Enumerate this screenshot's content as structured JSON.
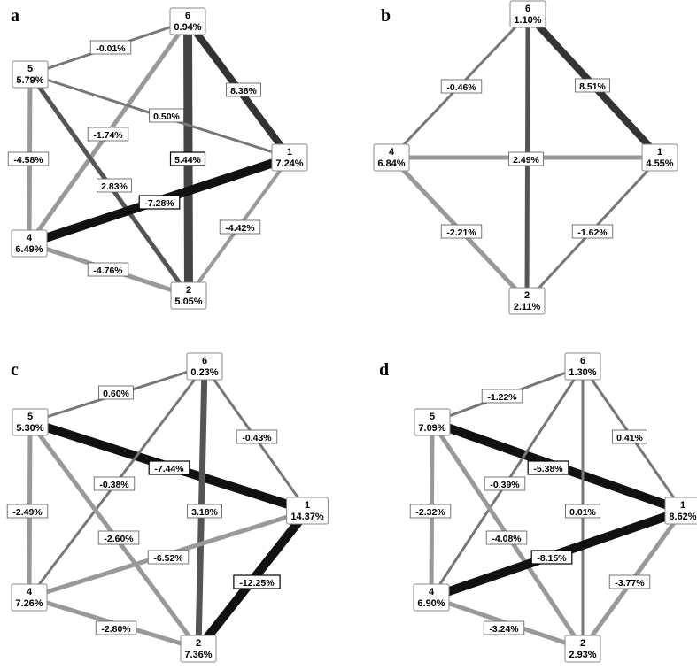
{
  "panels": [
    {
      "letter": "a",
      "nodes": [
        {
          "id": "6",
          "value": "0.94%"
        },
        {
          "id": "5",
          "value": "5.79%"
        },
        {
          "id": "1",
          "value": "7.24%"
        },
        {
          "id": "4",
          "value": "6.49%"
        },
        {
          "id": "2",
          "value": "5.05%"
        }
      ],
      "edges": [
        {
          "from": "5",
          "to": "6",
          "label": "-0.01%",
          "shade": "#777777",
          "weight": 3
        },
        {
          "from": "6",
          "to": "1",
          "label": "8.38%",
          "shade": "#333333",
          "weight": 8
        },
        {
          "from": "6",
          "to": "2",
          "label": "5.44%",
          "shade": "#444444",
          "weight": 10
        },
        {
          "from": "6",
          "to": "4",
          "label": "-1.74%",
          "shade": "#999999",
          "weight": 5
        },
        {
          "from": "5",
          "to": "1",
          "label": "0.50%",
          "shade": "#777777",
          "weight": 3
        },
        {
          "from": "5",
          "to": "4",
          "label": "-4.58%",
          "shade": "#999999",
          "weight": 5
        },
        {
          "from": "5",
          "to": "2",
          "label": "2.83%",
          "shade": "#555555",
          "weight": 5
        },
        {
          "from": "4",
          "to": "1",
          "label": "-7.28%",
          "shade": "#111111",
          "weight": 10
        },
        {
          "from": "1",
          "to": "2",
          "label": "-4.42%",
          "shade": "#999999",
          "weight": 4
        },
        {
          "from": "4",
          "to": "2",
          "label": "-4.76%",
          "shade": "#999999",
          "weight": 5
        }
      ]
    },
    {
      "letter": "b",
      "nodes": [
        {
          "id": "6",
          "value": "1.10%"
        },
        {
          "id": "4",
          "value": "6.84%"
        },
        {
          "id": "1",
          "value": "4.55%"
        },
        {
          "id": "2",
          "value": "2.11%"
        }
      ],
      "edges": [
        {
          "from": "6",
          "to": "4",
          "label": "-0.46%",
          "shade": "#777777",
          "weight": 3
        },
        {
          "from": "6",
          "to": "1",
          "label": "8.51%",
          "shade": "#333333",
          "weight": 8
        },
        {
          "from": "6",
          "to": "2",
          "label": "",
          "shade": "#555555",
          "weight": 5
        },
        {
          "from": "4",
          "to": "1",
          "label": "2.49%",
          "shade": "#999999",
          "weight": 5
        },
        {
          "from": "4",
          "to": "2",
          "label": "-2.21%",
          "shade": "#999999",
          "weight": 5
        },
        {
          "from": "1",
          "to": "2",
          "label": "-1.62%",
          "shade": "#777777",
          "weight": 3
        }
      ]
    },
    {
      "letter": "c",
      "nodes": [
        {
          "id": "6",
          "value": "0.23%"
        },
        {
          "id": "5",
          "value": "5.30%"
        },
        {
          "id": "1",
          "value": "14.37%"
        },
        {
          "id": "4",
          "value": "7.26%"
        },
        {
          "id": "2",
          "value": "7.36%"
        }
      ],
      "edges": [
        {
          "from": "5",
          "to": "6",
          "label": "0.60%",
          "shade": "#777777",
          "weight": 3
        },
        {
          "from": "6",
          "to": "1",
          "label": "-0.43%",
          "shade": "#777777",
          "weight": 3
        },
        {
          "from": "5",
          "to": "1",
          "label": "-7.44%",
          "shade": "#111111",
          "weight": 10
        },
        {
          "from": "6",
          "to": "4",
          "label": "-0.38%",
          "shade": "#777777",
          "weight": 3
        },
        {
          "from": "6",
          "to": "2",
          "label": "3.18%",
          "shade": "#555555",
          "weight": 7
        },
        {
          "from": "5",
          "to": "4",
          "label": "-2.49%",
          "shade": "#999999",
          "weight": 5
        },
        {
          "from": "5",
          "to": "2",
          "label": "-2.60%",
          "shade": "#999999",
          "weight": 5
        },
        {
          "from": "4",
          "to": "1",
          "label": "-6.52%",
          "shade": "#999999",
          "weight": 5
        },
        {
          "from": "1",
          "to": "2",
          "label": "-12.25%",
          "shade": "#111111",
          "weight": 10
        },
        {
          "from": "4",
          "to": "2",
          "label": "-2.80%",
          "shade": "#999999",
          "weight": 5
        }
      ]
    },
    {
      "letter": "d",
      "nodes": [
        {
          "id": "6",
          "value": "1.30%"
        },
        {
          "id": "5",
          "value": "7.09%"
        },
        {
          "id": "1",
          "value": "8.62%"
        },
        {
          "id": "4",
          "value": "6.90%"
        },
        {
          "id": "2",
          "value": "2.93%"
        }
      ],
      "edges": [
        {
          "from": "5",
          "to": "6",
          "label": "-1.22%",
          "shade": "#777777",
          "weight": 3
        },
        {
          "from": "6",
          "to": "1",
          "label": "0.41%",
          "shade": "#777777",
          "weight": 3
        },
        {
          "from": "5",
          "to": "1",
          "label": "-5.38%",
          "shade": "#111111",
          "weight": 10
        },
        {
          "from": "6",
          "to": "4",
          "label": "-0.39%",
          "shade": "#777777",
          "weight": 3
        },
        {
          "from": "6",
          "to": "2",
          "label": "0.01%",
          "shade": "#777777",
          "weight": 3
        },
        {
          "from": "5",
          "to": "4",
          "label": "-2.32%",
          "shade": "#999999",
          "weight": 5
        },
        {
          "from": "5",
          "to": "2",
          "label": "-4.08%",
          "shade": "#999999",
          "weight": 5
        },
        {
          "from": "4",
          "to": "1",
          "label": "-8.15%",
          "shade": "#111111",
          "weight": 10
        },
        {
          "from": "1",
          "to": "2",
          "label": "-3.77%",
          "shade": "#999999",
          "weight": 5
        },
        {
          "from": "4",
          "to": "2",
          "label": "-3.24%",
          "shade": "#999999",
          "weight": 5
        }
      ]
    }
  ]
}
